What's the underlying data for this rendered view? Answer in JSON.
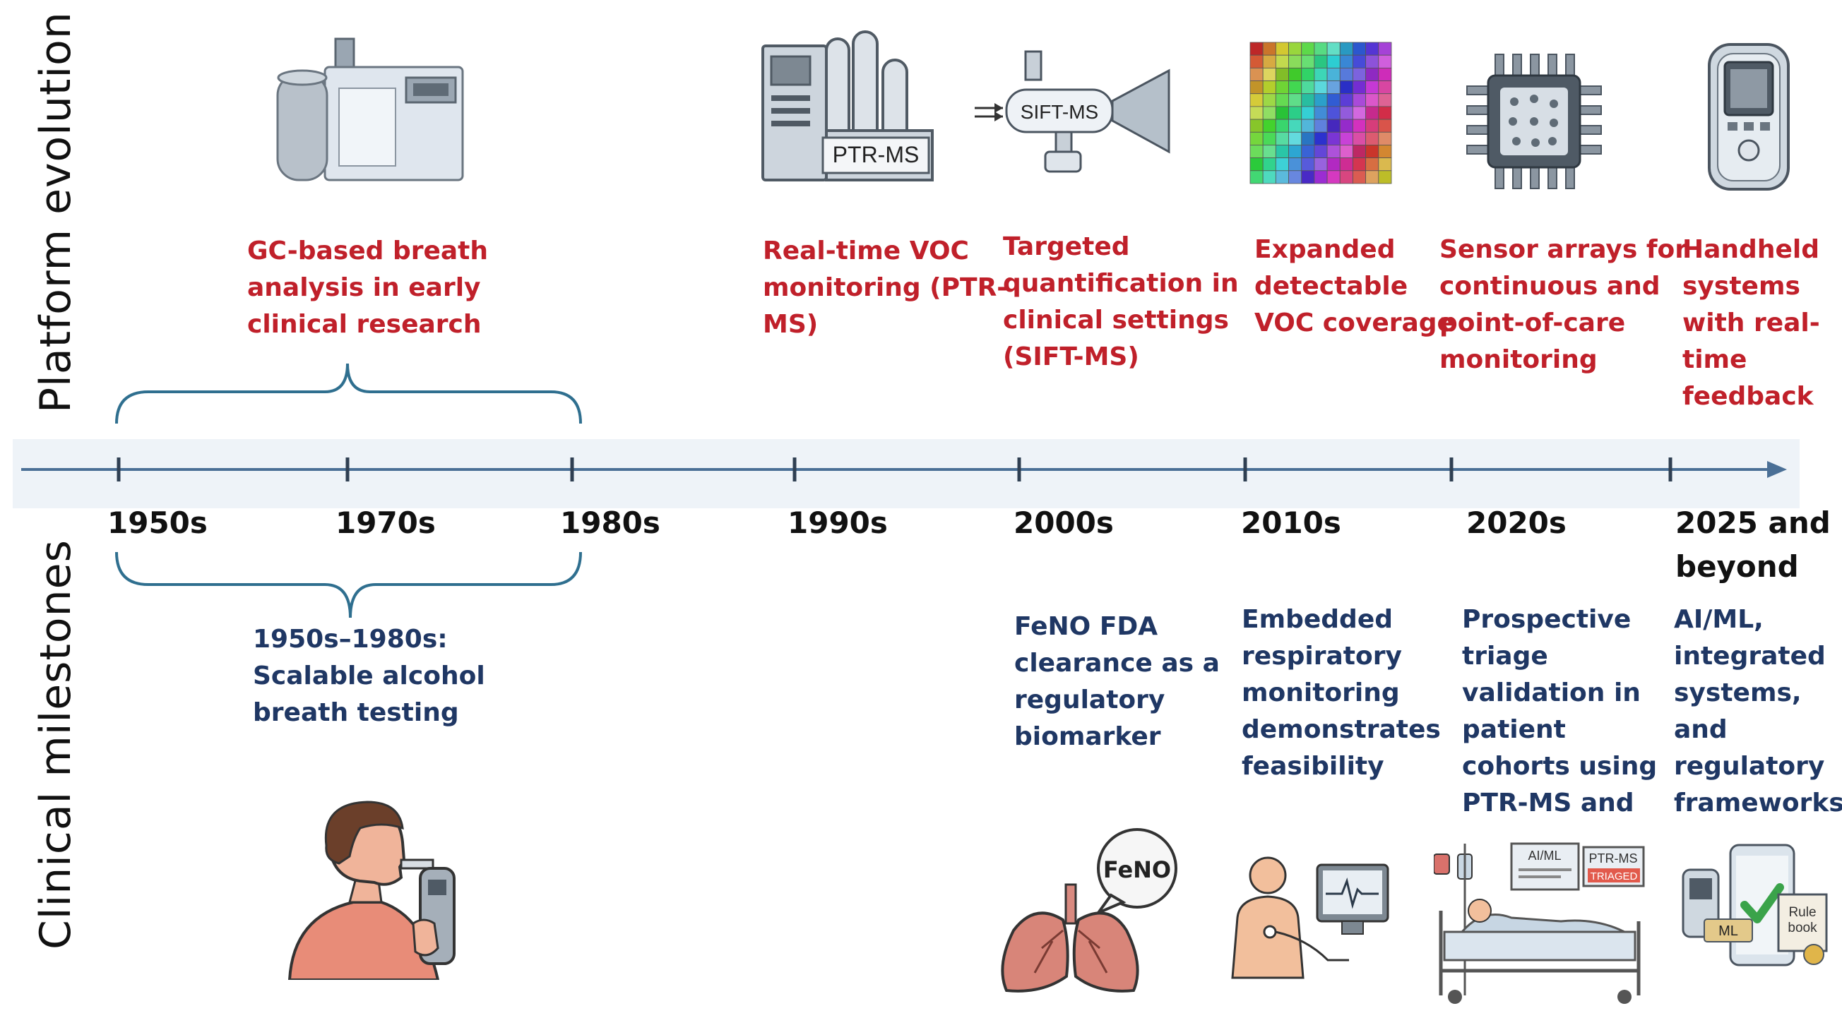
{
  "side_labels": {
    "top": "Platform evolution",
    "bottom": "Clinical milestones"
  },
  "eras": [
    "1950s",
    "1970s",
    "1980s",
    "1990s",
    "2000s",
    "2010s",
    "2020s",
    "2025 and beyond"
  ],
  "platform": {
    "gc": [
      "GC-based breath",
      "analysis in early",
      "clinical research"
    ],
    "ptr": [
      "Real-time VOC",
      "monitoring (PTR-",
      "MS)"
    ],
    "sift": [
      "Targeted",
      "quantification in",
      "clinical settings",
      "(SIFT-MS)"
    ],
    "expanded": [
      "Expanded",
      "detectable",
      "VOC coverage"
    ],
    "sensor": [
      "Sensor arrays for",
      "continuous and",
      "point-of-care",
      "monitoring"
    ],
    "handheld": [
      "Handheld",
      "systems",
      "with real-",
      "time",
      "feedback"
    ]
  },
  "clinical": {
    "alcohol": [
      "1950s–1980s:",
      "Scalable alcohol",
      "breath testing"
    ],
    "feno": [
      "FeNO FDA",
      "clearance as a",
      "regulatory",
      "biomarker"
    ],
    "embedded": [
      "Embedded",
      "respiratory",
      "monitoring",
      "demonstrates",
      "feasibility"
    ],
    "triage": [
      "Prospective",
      "triage",
      "validation in",
      "patient",
      "cohorts using",
      "PTR-MS and"
    ],
    "ai": [
      "AI/ML,",
      "integrated",
      "systems,",
      "and",
      "regulatory",
      "frameworks"
    ]
  },
  "icon_text": {
    "ptr_label": "PTR-MS",
    "sift_label": "SIFT-MS",
    "feno_bubble": "FeNO",
    "ai_ml_label": "AI/ML",
    "ptr_ms_small": "PTR-MS",
    "triaged": "TRIAGED",
    "ml_tag": "ML",
    "rule_book_1": "Rule",
    "rule_book_2": "book"
  },
  "colors": {
    "platform_text": "#c0202a",
    "clinical_text": "#1f3764",
    "axis": "#4a6f96",
    "brace": "#2f6f8f",
    "band": "#eef3f8"
  }
}
